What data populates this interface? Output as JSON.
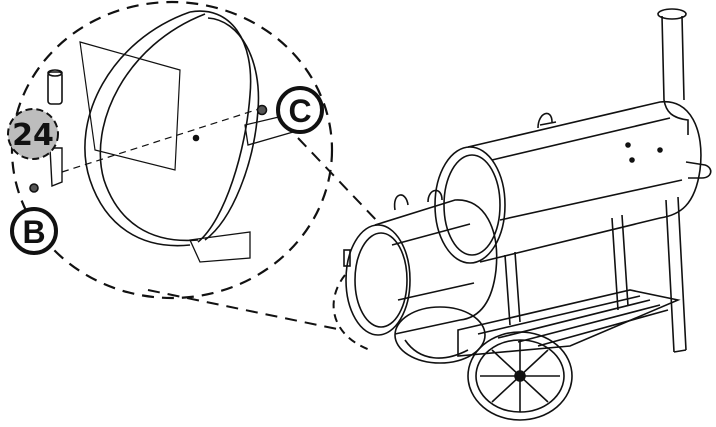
{
  "step_number": "24",
  "callouts": {
    "b": "B",
    "c": "C"
  },
  "colors": {
    "line": "#111111",
    "step_badge_fill": "#bdbdbd",
    "background": "#ffffff"
  }
}
